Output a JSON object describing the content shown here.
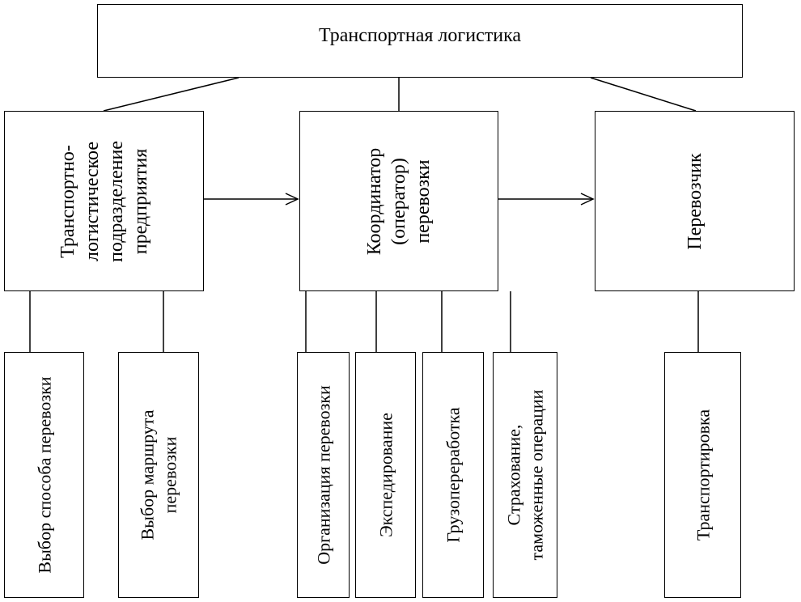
{
  "root": {
    "label": "Транспортная логистика"
  },
  "level1": [
    {
      "id": "dept",
      "label": "Транспортно-\nлогистическое\nподразделение\nпредприятия"
    },
    {
      "id": "coord",
      "label": "Координатор\n(оператор)\nперевозки"
    },
    {
      "id": "carrier",
      "label": "Перевозчик"
    }
  ],
  "level2": [
    {
      "id": "method",
      "label": "Выбор способа перевозки"
    },
    {
      "id": "route",
      "label": "Выбор маршрута\nперевозки"
    },
    {
      "id": "org",
      "label": "Организация перевозки"
    },
    {
      "id": "expedition",
      "label": "Экспедирование"
    },
    {
      "id": "cargo",
      "label": "Грузопереработка"
    },
    {
      "id": "insurance",
      "label": "Страхование,\nтаможенные операции"
    },
    {
      "id": "transport",
      "label": "Транспортировка"
    }
  ]
}
